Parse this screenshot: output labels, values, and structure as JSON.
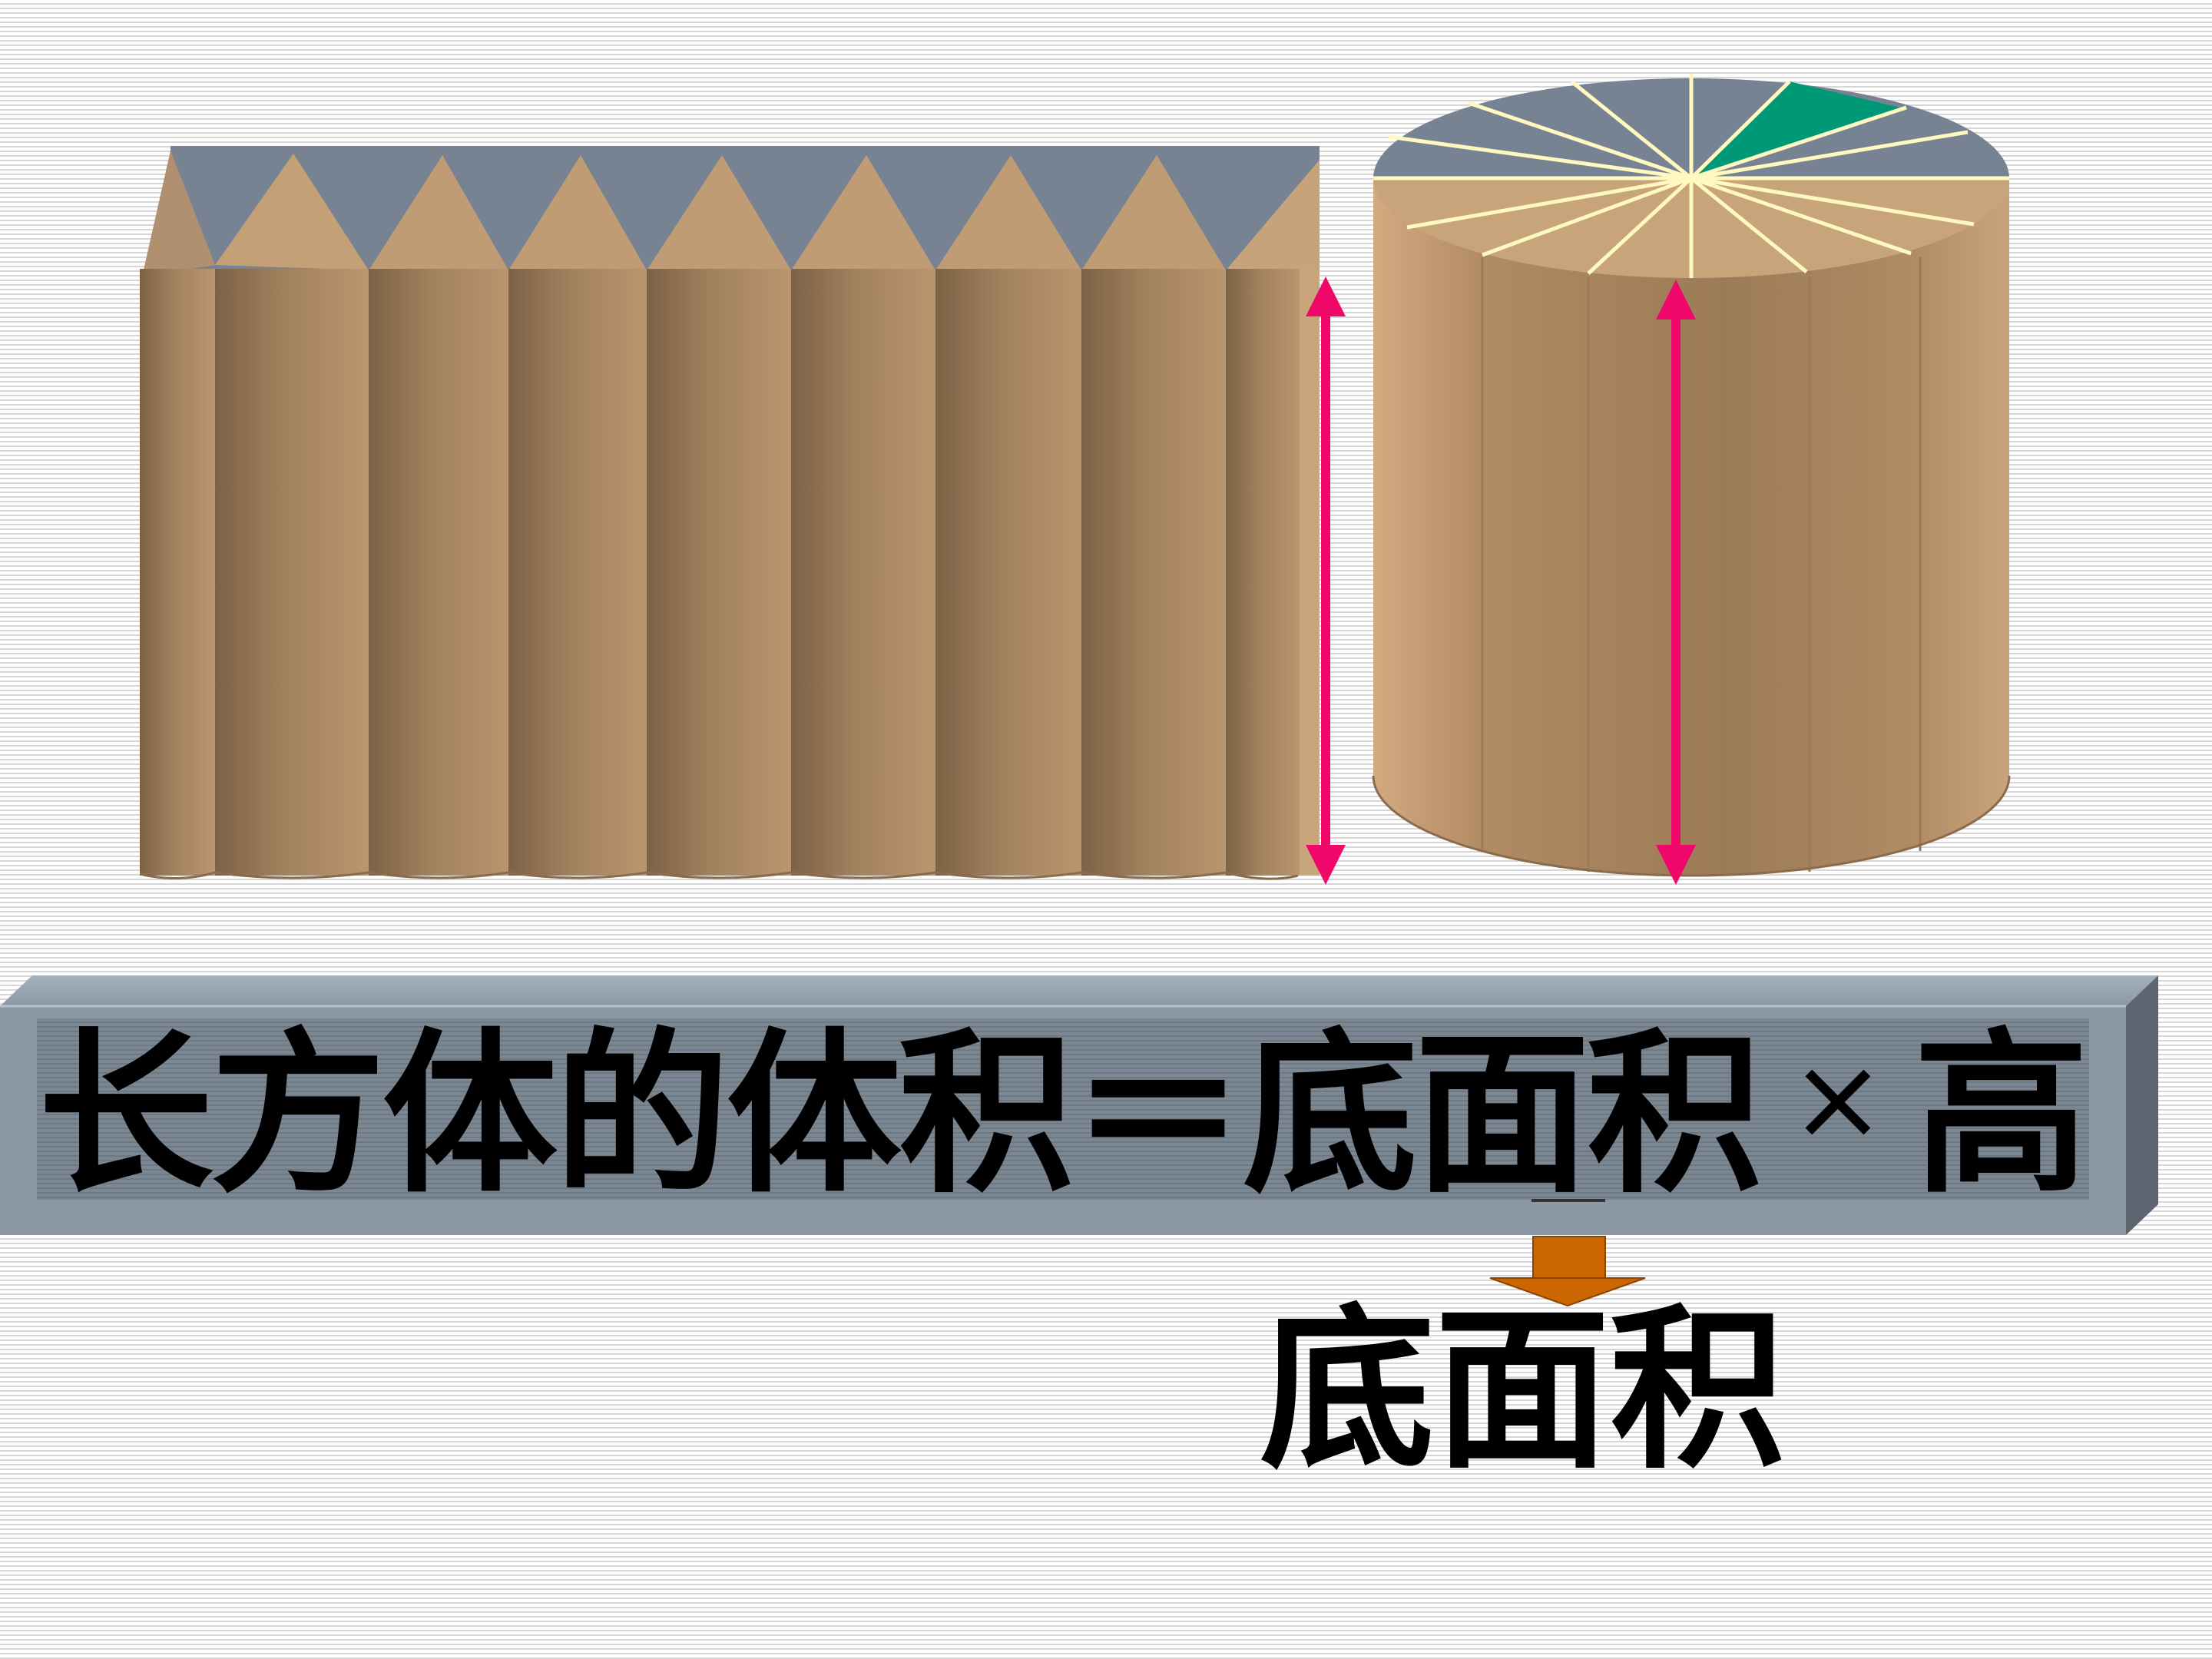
{
  "formula": {
    "left_term": "长方体的体积",
    "equals": "＝",
    "base_area": "底面积",
    "times": "×",
    "height": "高"
  },
  "answer_label": "底面积",
  "colors": {
    "prism_body": "#a6845f",
    "prism_top": "#778392",
    "sector_highlight": "#009977",
    "sector_lines": "#fff8c0",
    "height_arrow": "#f0076a",
    "down_arrow": "#cc6600",
    "formula_bar": "#7d8a97"
  },
  "icons": {
    "height_arrow": "double-headed-vertical-arrow-icon",
    "down_arrow": "down-arrow-icon"
  }
}
